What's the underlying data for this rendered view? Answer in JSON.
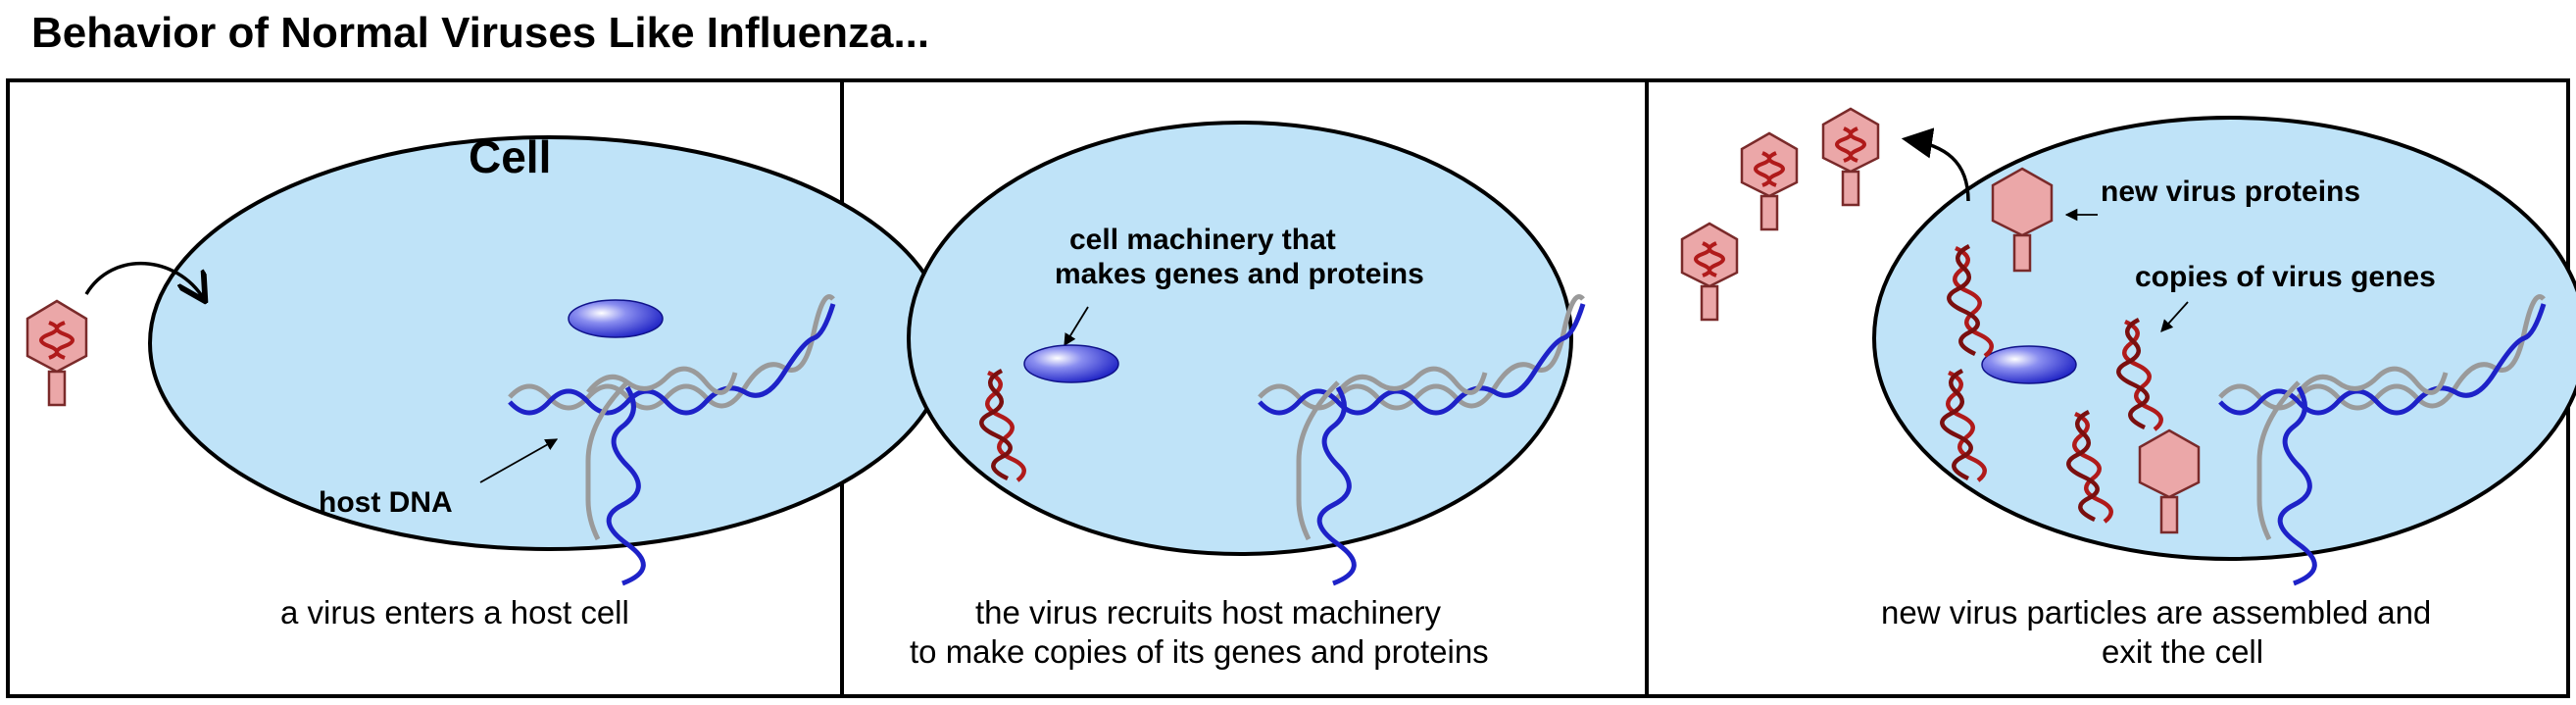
{
  "title": "Behavior of Normal Viruses Like Influenza...",
  "panels": [
    {
      "cell_label": "Cell",
      "labels": {
        "host_dna": "host DNA"
      },
      "caption": [
        "a virus enters a host cell"
      ]
    },
    {
      "labels": {
        "machinery": [
          "cell machinery that",
          "makes genes and proteins"
        ]
      },
      "caption": [
        "the virus recruits host machinery",
        "to make copies of its genes and proteins"
      ]
    },
    {
      "labels": {
        "new_proteins": "new virus proteins",
        "gene_copies": "copies of virus genes"
      },
      "caption": [
        "new virus particles are assembled and",
        "exit the cell"
      ]
    }
  ],
  "colors": {
    "cell_fill": "#bfe3f8",
    "virus_fill": "#eba7a8",
    "virus_gene": "#b01a1a",
    "host_dna_blue": "#1e22c8",
    "host_dna_gray": "#9a9a9a"
  }
}
